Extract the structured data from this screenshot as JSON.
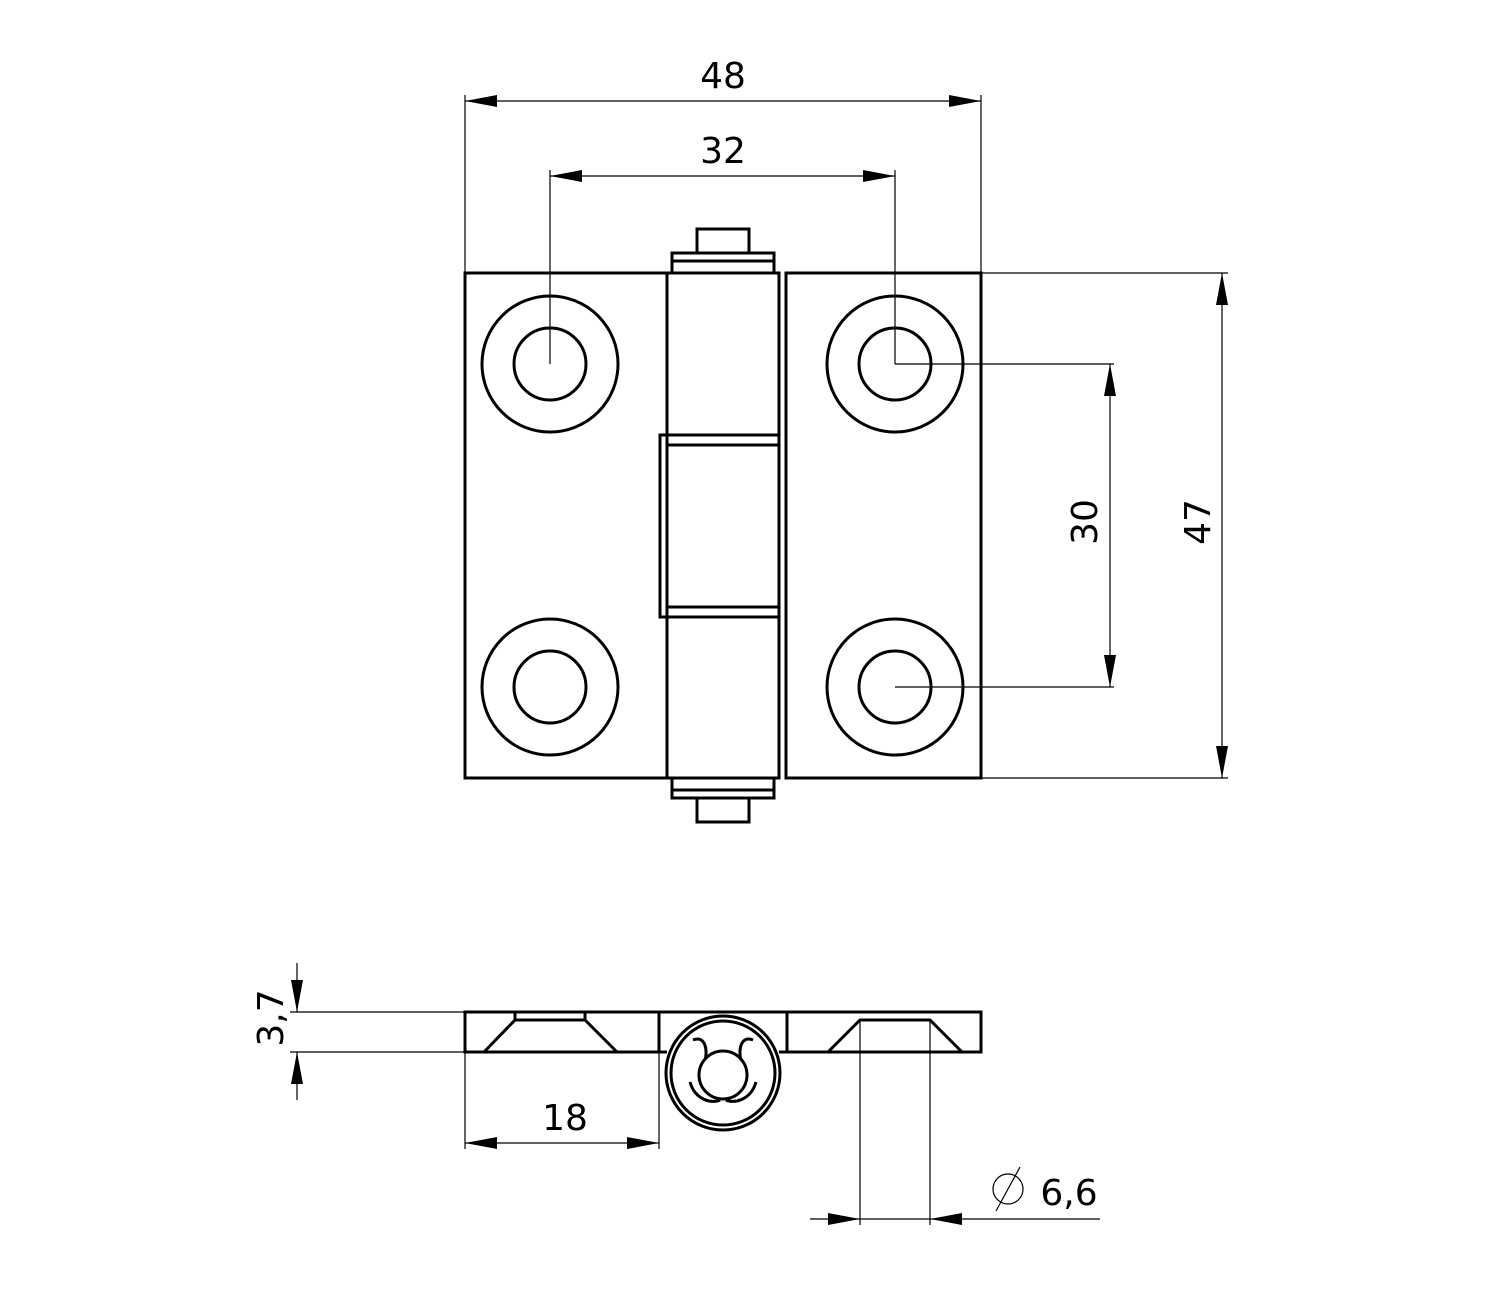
{
  "title": "Hinge technical drawing",
  "dimensions": {
    "overall_width": "48",
    "hole_spacing_horizontal": "32",
    "hole_spacing_vertical": "30",
    "overall_height": "47",
    "thickness": "3,7",
    "leaf_width": "18",
    "hole_diameter": "6,6",
    "diameter_symbol": "∅"
  },
  "colors": {
    "line": "#000000",
    "background": "#ffffff"
  }
}
